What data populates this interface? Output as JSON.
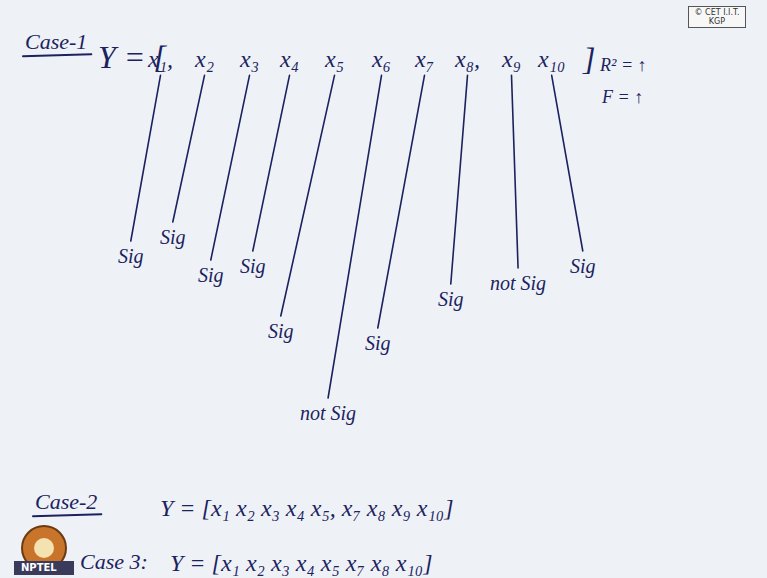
{
  "diagram": {
    "nodes": [
      {
        "text": [
          "© CET I.I.T. KGP"
        ]
      }
    ],
    "labels": [
      "Case-1",
      "Y = [",
      "x₁,",
      "x₂",
      "x₃",
      "x₄",
      "x₅",
      "x₆",
      "x₇",
      "x₈,",
      "x₉",
      "x₁₀",
      "]",
      "R² = ↑",
      "F = ↑",
      "Sig",
      "Sig",
      "Sig",
      "Sig",
      "Sig",
      "not Sig",
      "Sig",
      "Sig",
      "not Sig",
      "Sig",
      "Case-2",
      "Y = [x₁ x₂ x₃ x₄ x₅, x₇ x₈ x₉ x₁₀]",
      "Case 3:",
      "Y = [x₁ x₂ x₃ x₄ x₅ x₇ x₈ x₁₀]",
      "NPTEL"
    ]
  }
}
